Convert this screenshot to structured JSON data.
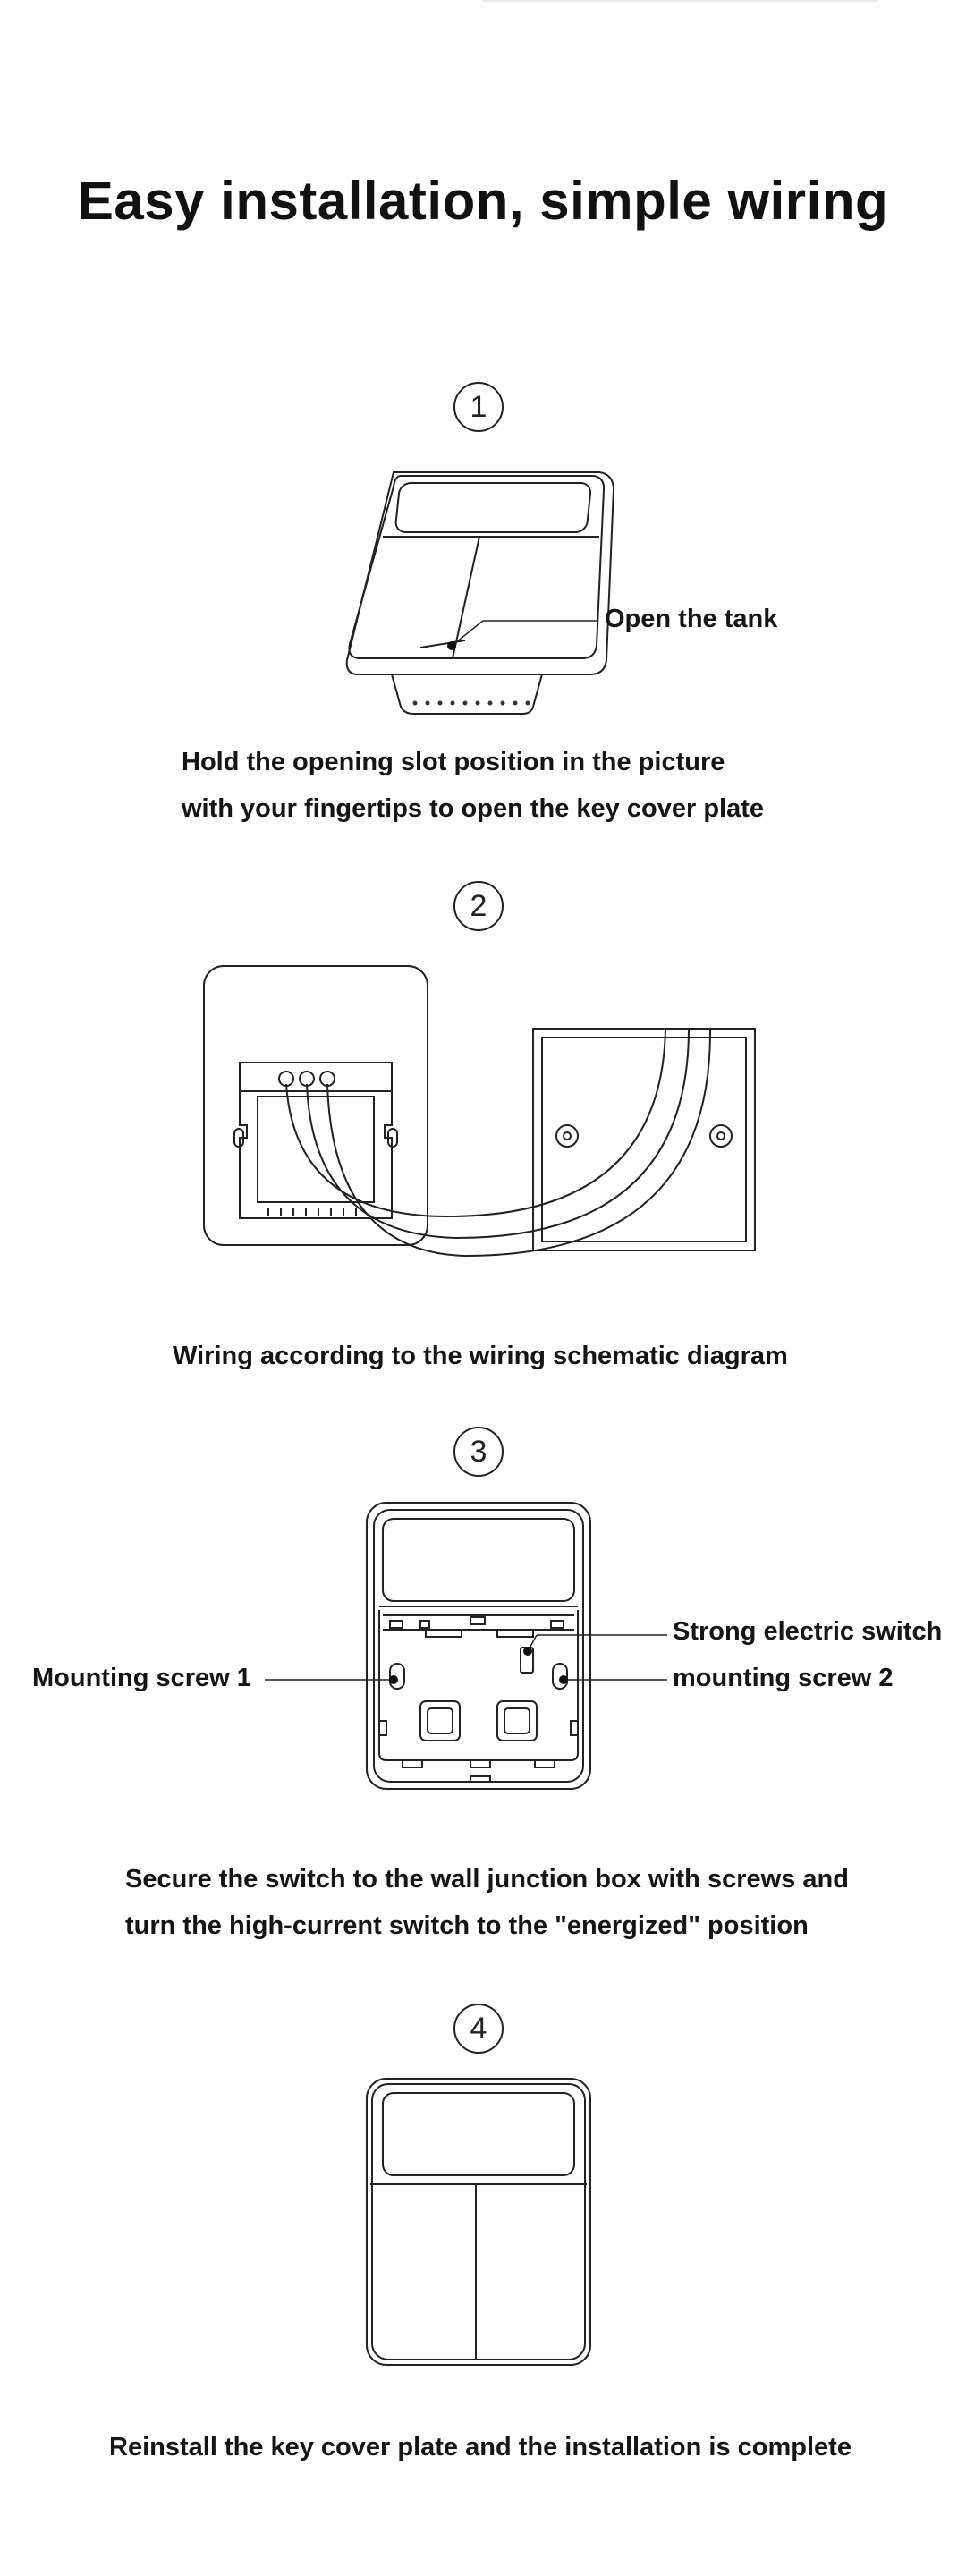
{
  "title": "Easy installation, simple wiring",
  "steps": [
    {
      "number": "1",
      "label": "Open the tank",
      "caption_lines": [
        "Hold the opening slot position in the picture",
        "with your fingertips to open the key cover plate"
      ]
    },
    {
      "number": "2",
      "caption_lines": [
        "Wiring according to the wiring schematic diagram"
      ]
    },
    {
      "number": "3",
      "labels": {
        "left": "Mounting screw 1",
        "right_top": "Strong electric switch",
        "right_bottom": "mounting screw 2"
      },
      "caption_lines": [
        "Secure the switch to the wall junction box with screws and",
        "turn the high-current switch to the \"energized\" position"
      ]
    },
    {
      "number": "4",
      "caption_lines": [
        "Reinstall the key cover plate and the installation is complete"
      ]
    }
  ],
  "colors": {
    "line": "#222222",
    "text": "#151515",
    "background": "#ffffff"
  },
  "icons": [
    "tilted-switch-panel-icon",
    "switch-base-with-wires-icon",
    "junction-box-icon",
    "open-switch-base-icon",
    "assembled-switch-icon"
  ]
}
